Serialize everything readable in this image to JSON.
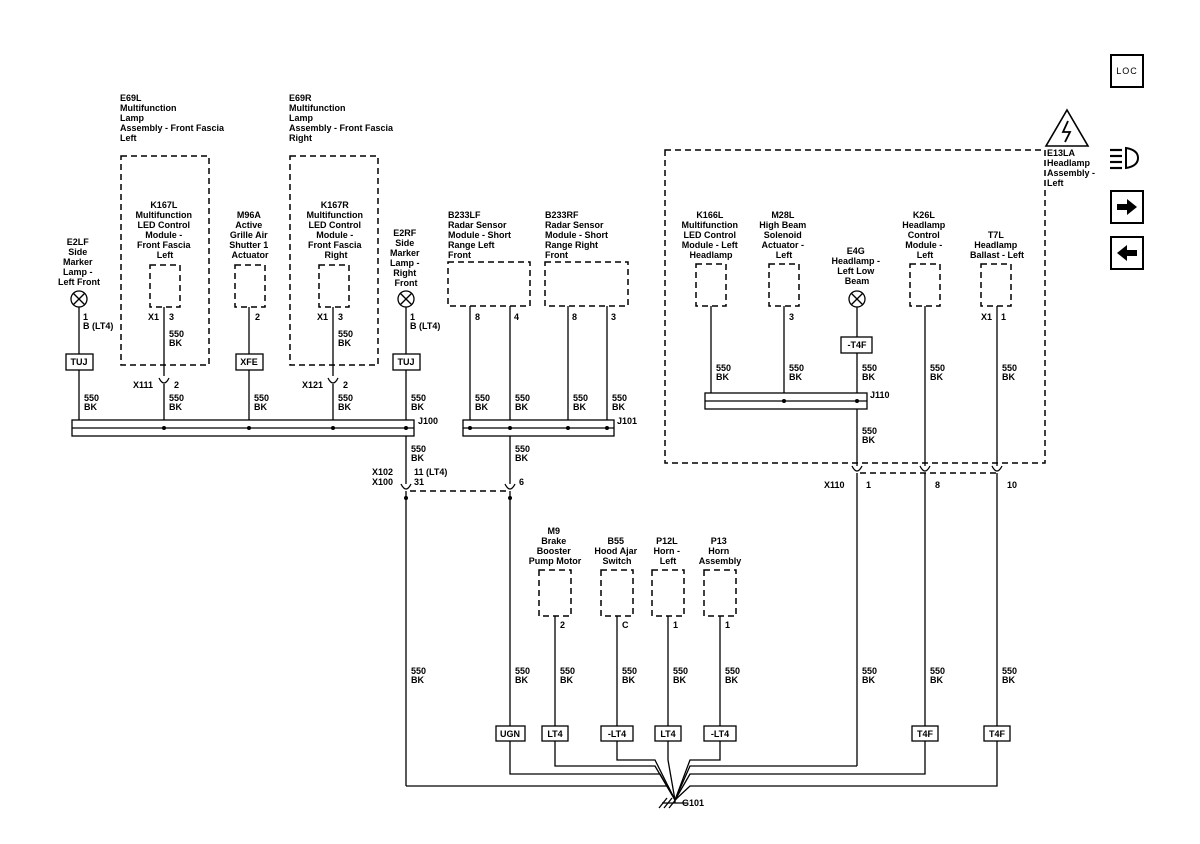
{
  "nav": {
    "loc_label": "LOC"
  },
  "icons": [
    "warning-lightning-icon",
    "headlamp-brightness-icon",
    "forward-arrow-icon",
    "back-arrow-icon",
    "lamp-bulb-icon"
  ],
  "components": {
    "e69l": [
      "E69L",
      "Multifunction",
      "Lamp",
      "Assembly - Front Fascia",
      "Left"
    ],
    "e69r": [
      "E69R",
      "Multifunction",
      "Lamp",
      "Assembly - Front Fascia",
      "Right"
    ],
    "e2lf": [
      "E2LF",
      "Side",
      "Marker",
      "Lamp -",
      "Left Front"
    ],
    "k167l": [
      "K167L",
      "Multifunction",
      "LED Control",
      "Module -",
      "Front Fascia",
      "Left"
    ],
    "m96a": [
      "M96A",
      "Active",
      "Grille Air",
      "Shutter 1",
      "Actuator"
    ],
    "k167r": [
      "K167R",
      "Multifunction",
      "LED Control",
      "Module -",
      "Front Fascia",
      "Right"
    ],
    "e2rf": [
      "E2RF",
      "Side",
      "Marker",
      "Lamp -",
      "Right",
      "Front"
    ],
    "b233lf": [
      "B233LF",
      "Radar Sensor",
      "Module - Short",
      "Range Left",
      "Front"
    ],
    "b233rf": [
      "B233RF",
      "Radar Sensor",
      "Module - Short",
      "Range Right",
      "Front"
    ],
    "e13la": [
      "E13LA",
      "Headlamp",
      "Assembly -",
      "Left"
    ],
    "k166l": [
      "K166L",
      "Multifunction",
      "LED Control",
      "Module - Left",
      "Headlamp"
    ],
    "m28l": [
      "M28L",
      "High Beam",
      "Solenoid",
      "Actuator -",
      "Left"
    ],
    "e4g": [
      "E4G",
      "Headlamp -",
      "Left Low",
      "Beam"
    ],
    "k26l": [
      "K26L",
      "Headlamp",
      "Control",
      "Module -",
      "Left"
    ],
    "t7l": [
      "T7L",
      "Headlamp",
      "Ballast - Left"
    ],
    "m9": [
      "M9",
      "Brake",
      "Booster",
      "Pump Motor"
    ],
    "b55": [
      "B55",
      "Hood Ajar",
      "Switch"
    ],
    "p12l": [
      "P12L",
      "Horn -",
      "Left"
    ],
    "p13": [
      "P13",
      "Horn",
      "Assembly"
    ]
  },
  "wire": {
    "circuit": "550",
    "color": "BK"
  },
  "pins": {
    "e2lf": "1",
    "e2lf_circuit": "B (LT4)",
    "k167l_conn": "X1",
    "k167l_pin": "3",
    "m96a": "2",
    "k167r_conn": "X1",
    "k167r_pin": "3",
    "e2rf": "1",
    "e2rf_circuit": "B (LT4)",
    "b233lf_a": "8",
    "b233lf_b": "4",
    "b233rf_a": "8",
    "b233rf_b": "3",
    "m28l": "3",
    "t7l_conn": "X1",
    "t7l_pin": "1",
    "m9": "2",
    "b55": "C",
    "p12l": "1",
    "p13": "1"
  },
  "connectors": {
    "x111": "X111",
    "x111_pin": "2",
    "x121": "X121",
    "x121_pin": "2",
    "x102": "X102",
    "x100": "X100",
    "x102_pin": "11 (LT4)",
    "x100_pin": "31",
    "x100_b_pin": "6",
    "x110": "X110",
    "x110_pin_a": "1",
    "x110_pin_b": "8",
    "x110_pin_c": "10"
  },
  "splices": {
    "j100": "J100",
    "j101": "J101",
    "j110": "J110"
  },
  "options": [
    "TUJ",
    "XFE",
    "TUJ",
    "-T4F",
    "UGN",
    "LT4",
    "-LT4",
    "LT4",
    "-LT4",
    "T4F",
    "T4F"
  ],
  "ground": "G101"
}
